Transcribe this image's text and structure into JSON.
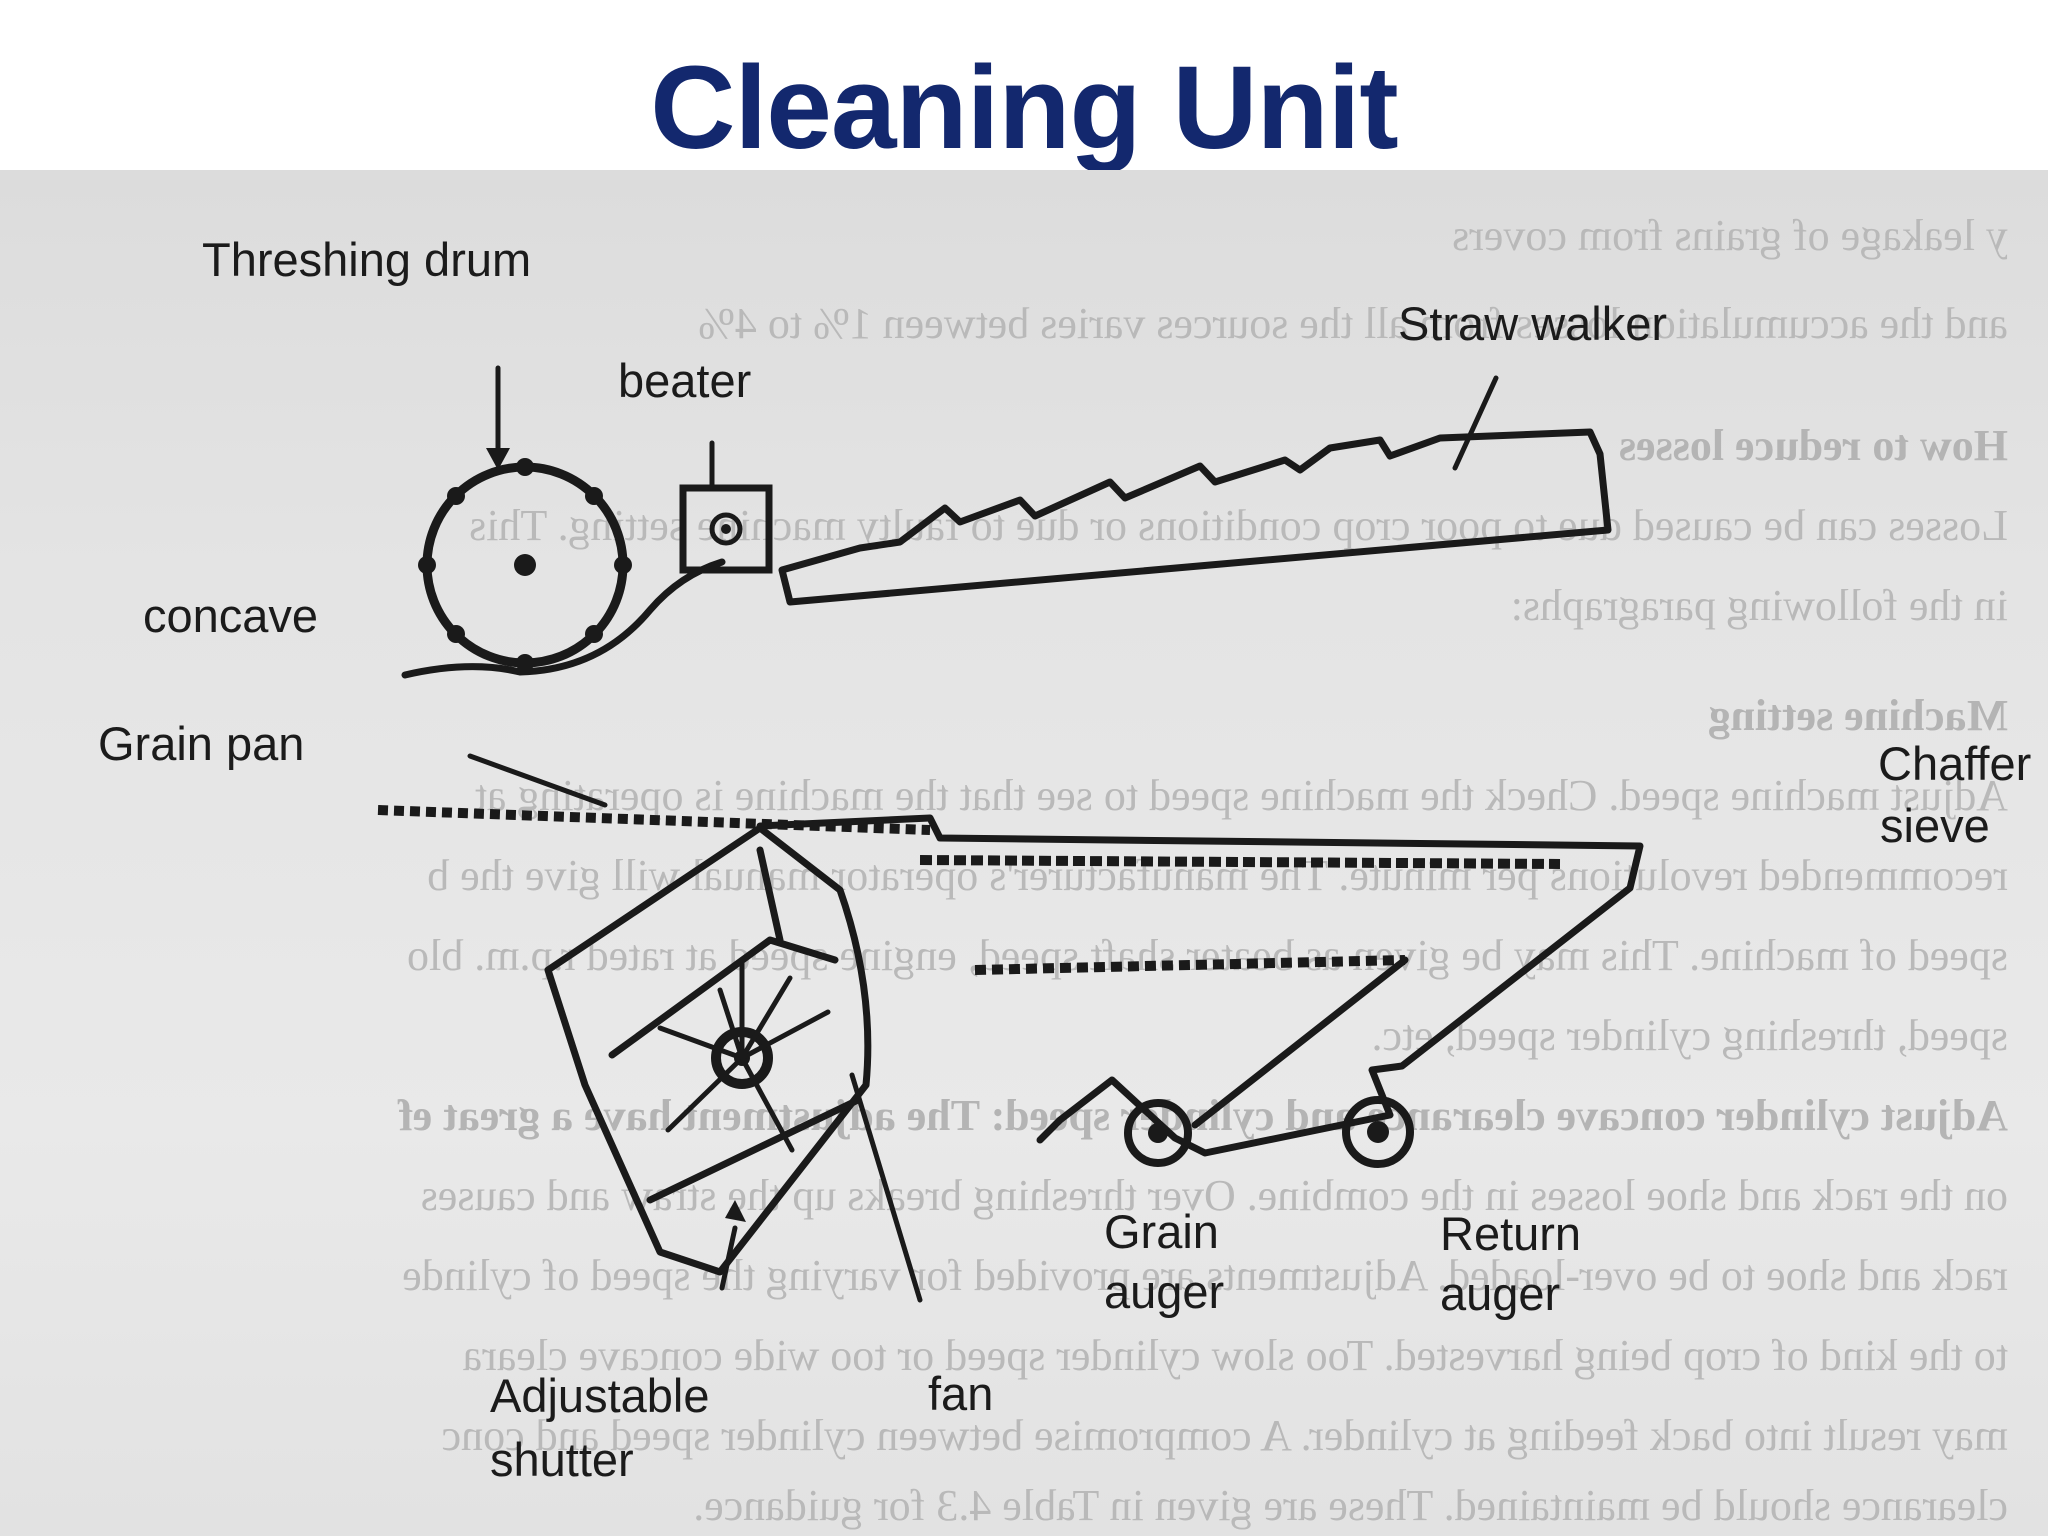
{
  "title": "Cleaning Unit",
  "labels": {
    "threshing_drum": "Threshing drum",
    "beater": "beater",
    "straw_walker": "Straw walker",
    "concave": "concave",
    "grain_pan": "Grain pan",
    "chaffer": "Chaffer",
    "sieve": "sieve",
    "grain": "Grain",
    "auger_1": "auger",
    "return": "Return",
    "auger_2": "auger",
    "adjustable": "Adjustable",
    "shutter": "shutter",
    "fan": "fan"
  },
  "colors": {
    "title": "#13286e",
    "photo_background": "#e4e4e4",
    "line_art": "#1a1a1a"
  }
}
